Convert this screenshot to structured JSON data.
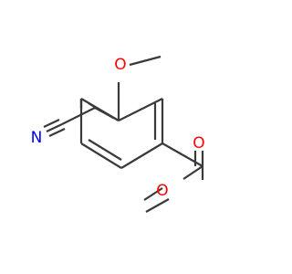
{
  "molecule": {
    "atoms": {
      "nitrile_n": {
        "label": "N",
        "color": "#0000ff"
      },
      "ether_o": {
        "label": "O",
        "color": "#ff0000"
      },
      "carbonyl_o": {
        "label": "O",
        "color": "#ff0000"
      },
      "ester_o": {
        "label": "O",
        "color": "#ff0000"
      }
    }
  },
  "colors": {
    "bond": "#3a3a3a",
    "background": "#ffffff"
  }
}
